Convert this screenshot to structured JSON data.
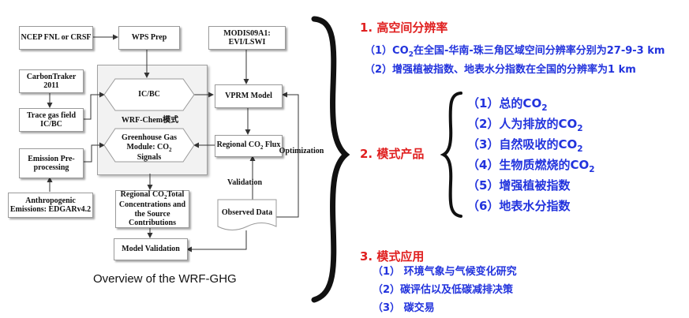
{
  "flow": {
    "ncep": "NCEP FNL or CRSF",
    "wps": "WPS Prep",
    "modis": "MODIS09A1: EVI/LSWI",
    "carbontracker": "CarbonTraker 2011",
    "trace": "Trace gas field IC/BC",
    "icbc": "IC/BC",
    "vprm": "VPRM Model",
    "wrfchem": "WRF-Chem模式",
    "ghg_module_a": "Greenhouse Gas Module: CO",
    "ghg_module_sub": "2",
    "ghg_module_b": "Signals",
    "regional_flux_a": "Regional CO",
    "regional_flux_sub": "2",
    "regional_flux_b": " Flux",
    "optimization": "Optimization",
    "emission_pre": "Emission Pre-processing",
    "validation": "Validation",
    "anthro": "Anthropogenic Emissions: EDGARv4.2",
    "regional_total_a": "Regional CO",
    "regional_total_sub": "2",
    "regional_total_b": "Total Concentrations and the Source Contributions",
    "observed": "Observed Data",
    "model_validation": "Model Validation"
  },
  "caption": "Overview of the WRF-GHG",
  "right": {
    "h1_num": "1.",
    "h1": "高空间分辨率",
    "r1a": "（1）CO",
    "r1_sub": "2",
    "r1b": "在全国-华南-珠三角区域空间分辨率分别为27-9-3 km",
    "r2": "（2）增强植被指数、地表水分指数在全国的分辨率为1 km",
    "h2_num": "2.",
    "h2": "模式产品",
    "products": [
      {
        "label": "（1）总的CO",
        "sub": "2"
      },
      {
        "label": "（2）人为排放的CO",
        "sub": "2"
      },
      {
        "label": "（3）自然吸收的CO",
        "sub": "2"
      },
      {
        "label": "（4）生物质燃烧的CO",
        "sub": "2"
      },
      {
        "label": "（5）增强植被指数",
        "sub": ""
      },
      {
        "label": "（6）地表水分指数",
        "sub": ""
      }
    ],
    "h3_num": "3.",
    "h3": "模式应用",
    "apps": [
      "（1） 环境气象与气候变化研究",
      "（2）碳评估以及低碳减排决策",
      "（3） 碳交易"
    ]
  },
  "colors": {
    "heading": "#e02020",
    "text_blue": "#2233dd",
    "brace": "#111111",
    "panel_gray": "#f2f2f2"
  }
}
